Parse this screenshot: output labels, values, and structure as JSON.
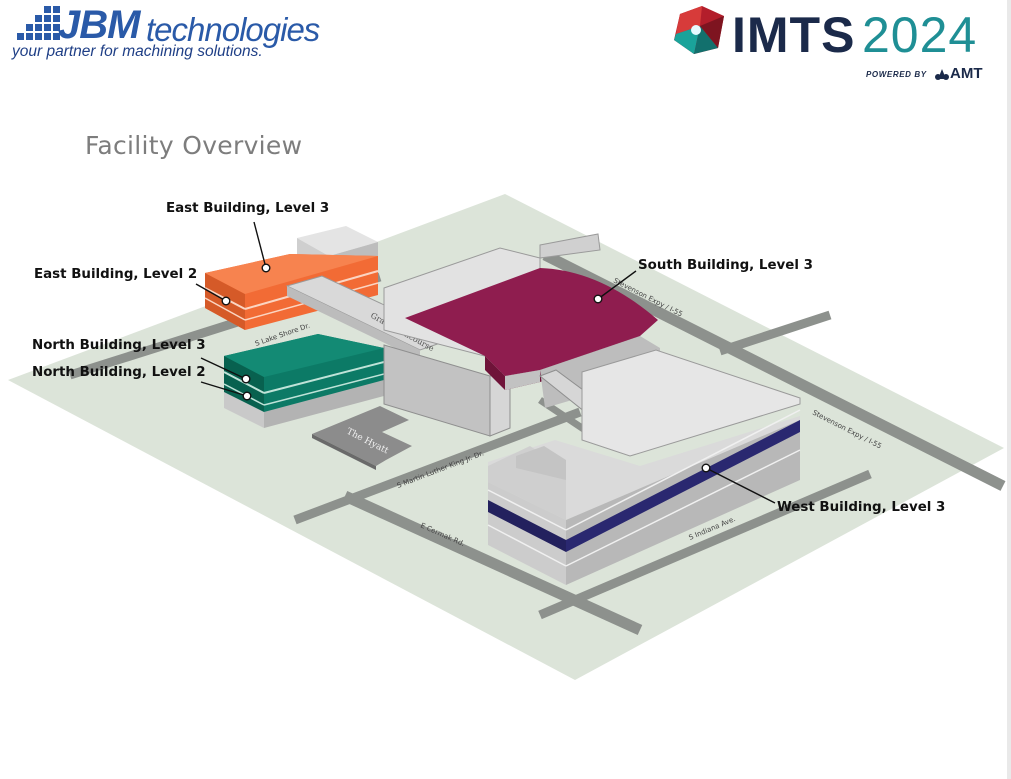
{
  "header": {
    "jbm_logo": {
      "brand": "JBM",
      "suffix": "technologies",
      "tagline": "your partner for machining solutions."
    },
    "imts_logo": {
      "name": "IMTS",
      "year": "2024",
      "powered_by": "POWERED BY",
      "partner": "AMT"
    }
  },
  "title": "Facility Overview",
  "buildings": [
    {
      "id": "east-3",
      "label": "East Building, Level 3",
      "color": "#f26b35"
    },
    {
      "id": "east-2",
      "label": "East Building, Level 2",
      "color": "#f26b35"
    },
    {
      "id": "north-3",
      "label": "North Building, Level 3",
      "color": "#0c7a66"
    },
    {
      "id": "north-2",
      "label": "North Building, Level 2",
      "color": "#0c7a66"
    },
    {
      "id": "south-3",
      "label": "South Building, Level 3",
      "color": "#8f1d4f"
    },
    {
      "id": "west-3",
      "label": "West Building, Level 3",
      "color": "#23215e"
    }
  ],
  "places": {
    "concourse": "Grand Concourse",
    "hotel": "The Hyatt"
  },
  "streets": {
    "lake_shore": "S Lake Shore Dr.",
    "mlk": "S Martin Luther King Jr. Dr.",
    "cermak": "E Cermak Rd.",
    "indiana": "S Indiana Ave.",
    "stevenson_north": "Stevenson Expy / I-55",
    "stevenson_south": "Stevenson Expy / I-55"
  },
  "colors": {
    "ground": "#dce4d9",
    "road": "#8d918d",
    "building_gray": "#c9c9c9",
    "jbm_blue": "#2a5aa8",
    "imts_navy": "#1b2a4a",
    "imts_teal": "#1f8f95"
  }
}
